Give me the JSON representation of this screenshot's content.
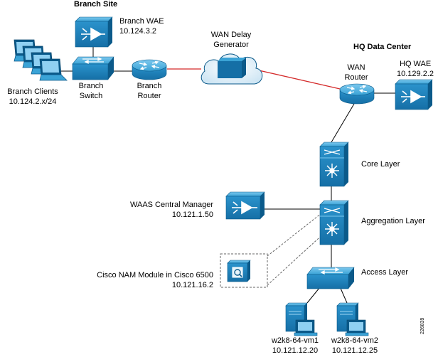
{
  "titles": {
    "branch_site": "Branch Site",
    "hq_data_center": "HQ Data Center"
  },
  "branch": {
    "wae_name": "Branch WAE",
    "wae_ip": "10.124.3.2",
    "clients_name": "Branch Clients",
    "clients_subnet": "10.124.2.x/24",
    "switch_line1": "Branch",
    "switch_line2": "Switch",
    "router_line1": "Branch",
    "router_line2": "Router"
  },
  "wan": {
    "delay_line1": "WAN Delay",
    "delay_line2": "Generator",
    "router_line1": "WAN",
    "router_line2": "Router"
  },
  "hq": {
    "wae_name": "HQ WAE",
    "wae_ip": "10.129.2.2",
    "core_layer": "Core Layer",
    "aggregation_layer": "Aggregation Layer",
    "access_layer": "Access Layer",
    "central_manager_name": "WAAS Central Manager",
    "central_manager_ip": "10.121.1.50",
    "nam_name": "Cisco NAM Module in Cisco 6500",
    "nam_ip": "10.121.16.2",
    "vm1_name": "w2k8-64-vm1",
    "vm1_ip": "10.121.12.20",
    "vm2_name": "w2k8-64-vm2",
    "vm2_ip": "10.121.12.25"
  },
  "figure_id": "226839",
  "colors": {
    "device_blue": "#1a7fb8",
    "device_light": "#3aa3d6",
    "device_dark": "#0b5a8a",
    "wan_link": "#d42a2a",
    "link": "#000000",
    "dashed": "#666666"
  },
  "icons": [
    "laptop-icon",
    "wae-icon",
    "switch-icon",
    "router-icon",
    "cloud-icon",
    "multilayer-switch-icon",
    "nam-module-icon",
    "server-icon"
  ]
}
